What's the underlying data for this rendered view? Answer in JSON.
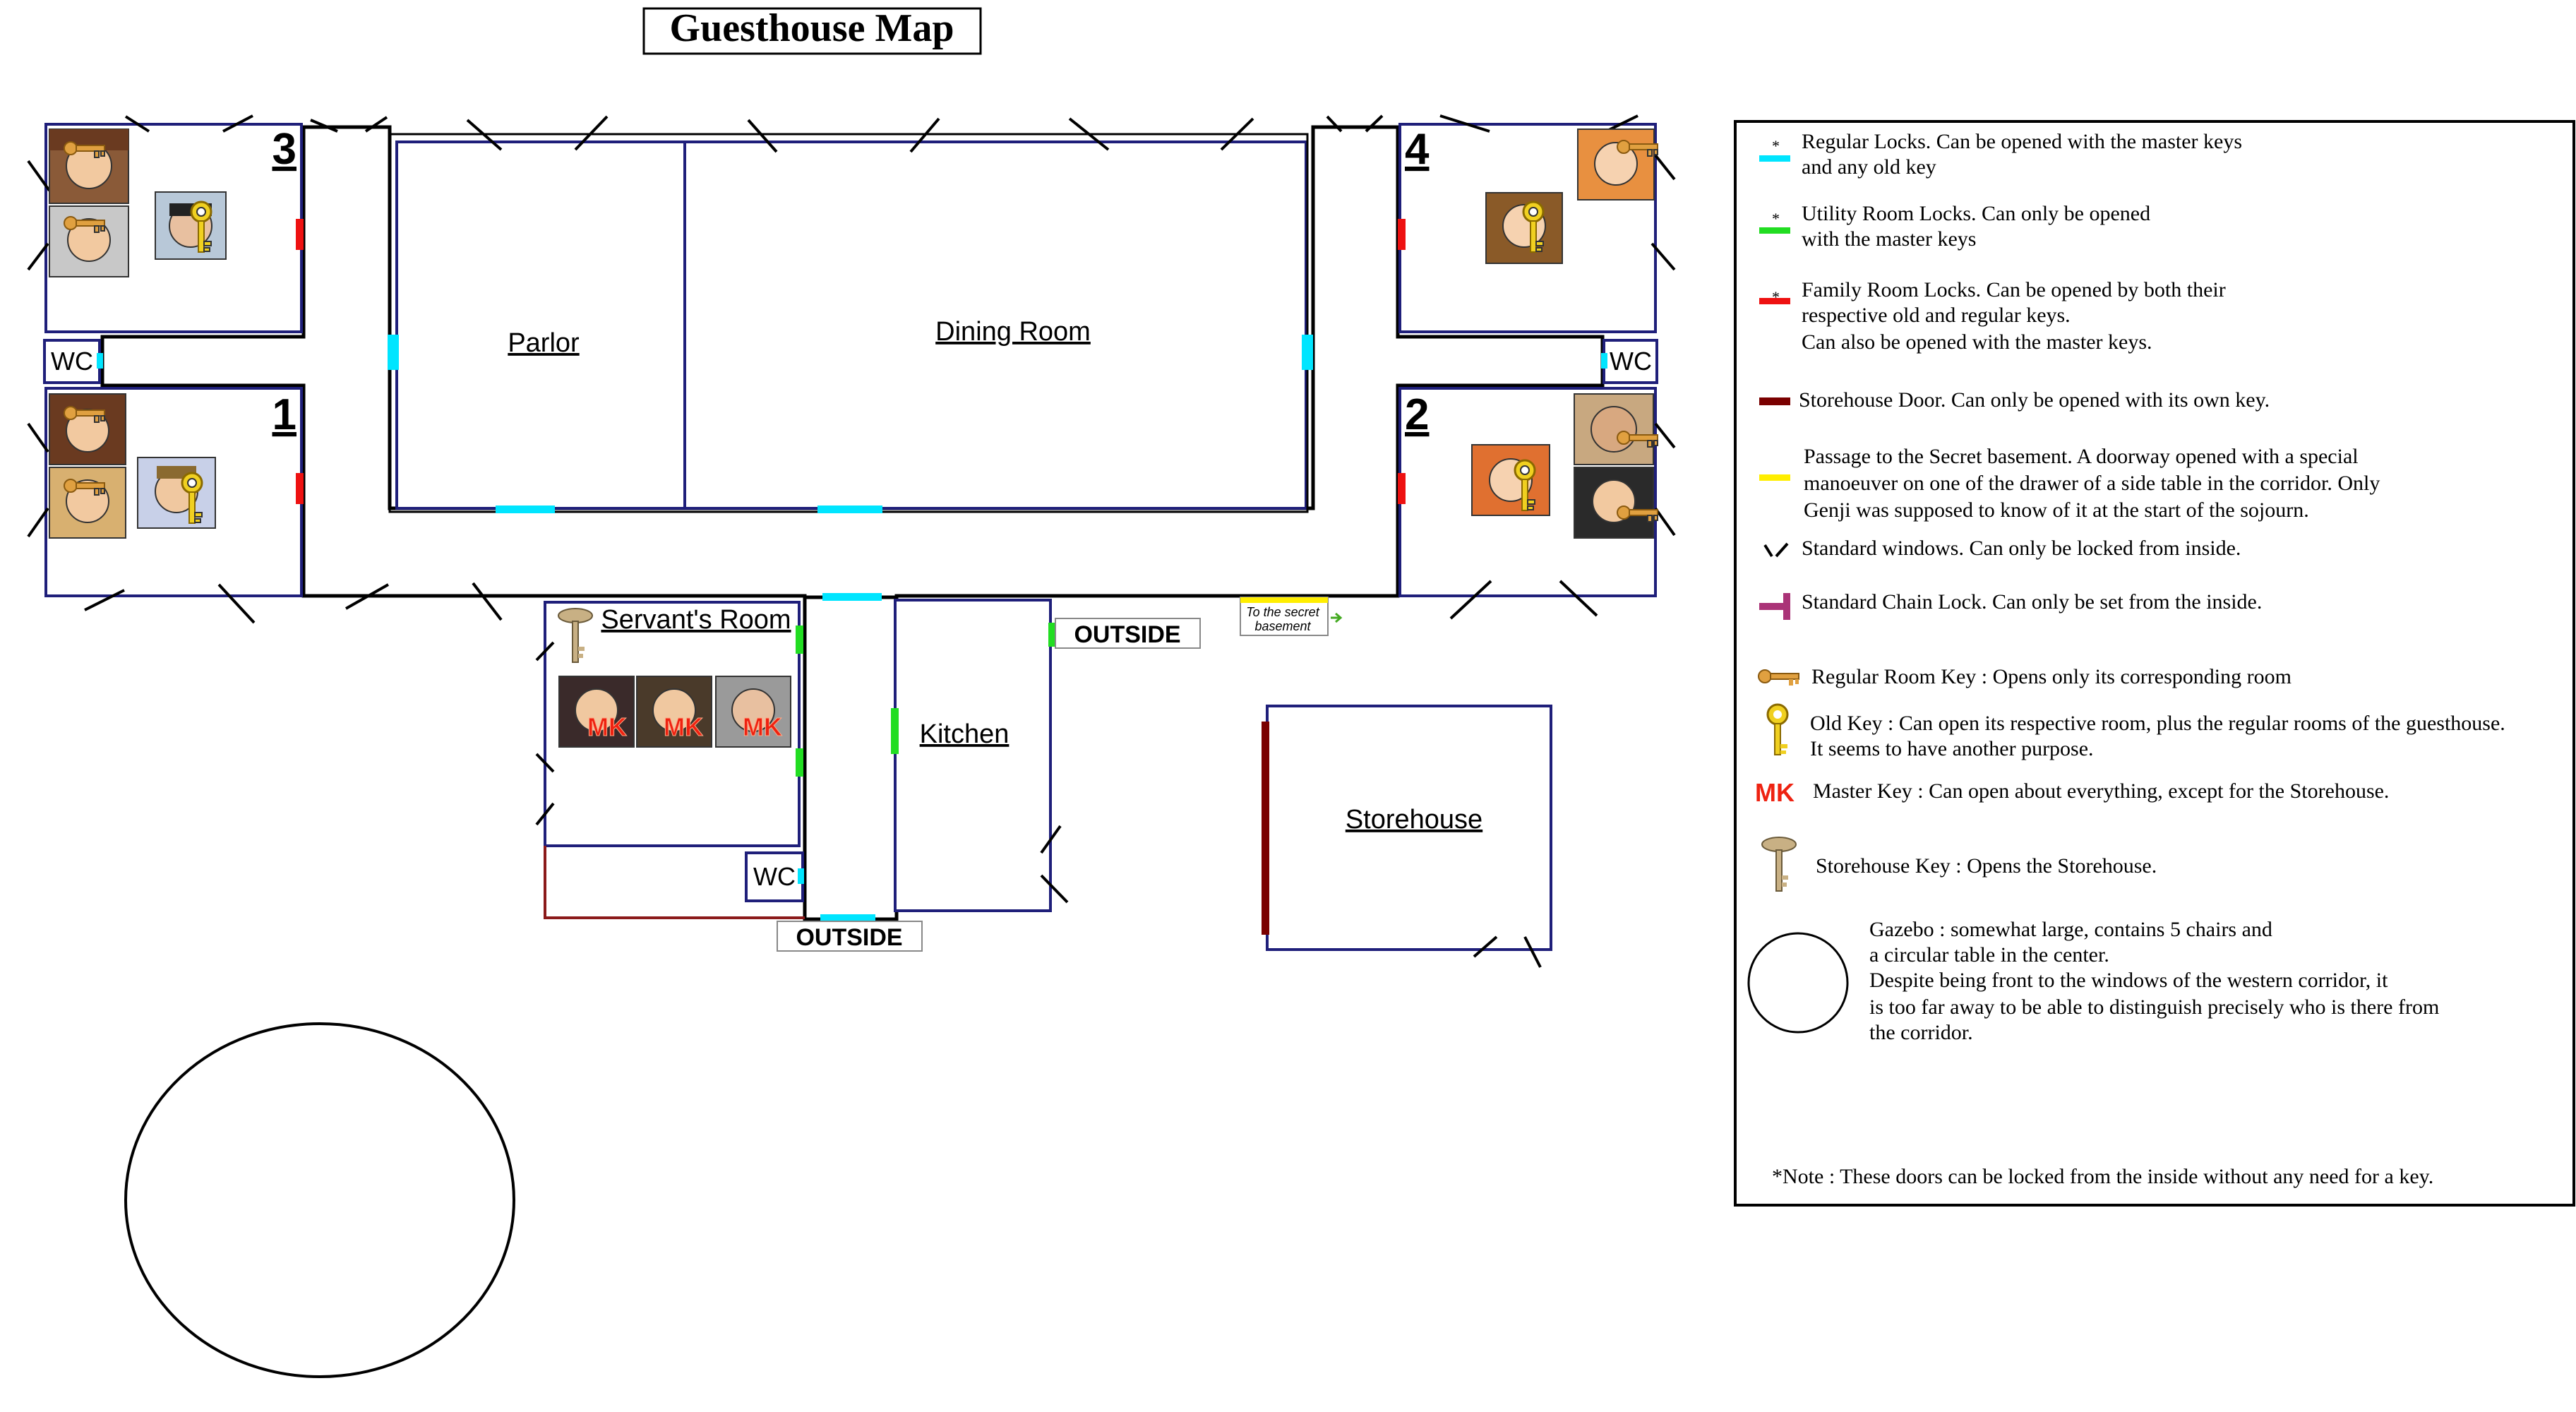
{
  "title": "Guesthouse Map",
  "colors": {
    "wall": "#000000",
    "room_border": "#1f1f7a",
    "regular_lock": "#00e5ff",
    "utility_lock": "#22dd22",
    "family_lock": "#ee1111",
    "storehouse_door": "#7a0000",
    "secret_passage": "#ffee00",
    "chain_lock": "#aa3377",
    "old_key": "#20d8e8",
    "master_key": "#ee2211",
    "storehouse_key": "#b8a070"
  },
  "rooms": {
    "room3": "3",
    "room4": "4",
    "room1": "1",
    "room2": "2",
    "wc_left": "WC",
    "wc_right": "WC",
    "wc_servant": "WC",
    "parlor": "Parlor",
    "dining": "Dining Room",
    "servants": "Servant's Room",
    "kitchen": "Kitchen",
    "storehouse": "Storehouse"
  },
  "labels": {
    "outside_east": "OUTSIDE",
    "outside_south": "OUTSIDE",
    "secret_line1": "To the secret",
    "secret_line2": "basement",
    "master_key_mark": "MK"
  },
  "legend": {
    "regular_locks": [
      "Regular Locks. Can be opened with the master keys",
      "and any old key"
    ],
    "utility_locks": [
      "Utility Room Locks. Can only be opened",
      "with the master keys"
    ],
    "family_locks": [
      "Family Room Locks. Can be opened by both their",
      "respective old and regular keys.",
      "Can also be opened with the master keys."
    ],
    "storehouse_door": [
      "Storehouse Door. Can only be opened with its own key."
    ],
    "secret_passage": [
      "Passage to the Secret basement. A doorway opened with a special",
      "manoeuver on one of the drawer of a side table in the corridor. Only",
      "Genji was supposed to know of it at the start of the sojourn."
    ],
    "windows": [
      "Standard windows. Can only be locked from inside."
    ],
    "chain_lock": [
      "Standard Chain Lock. Can only be set from the inside."
    ],
    "regular_key": [
      "Regular Room Key : Opens only its corresponding room"
    ],
    "old_key": [
      "Old Key : Can open its respective room, plus the regular rooms of the guesthouse.",
      "It seems to have another purpose."
    ],
    "master_key": [
      "Master Key : Can open about everything, except for the Storehouse."
    ],
    "storehouse_key": [
      "Storehouse Key : Opens the Storehouse."
    ],
    "gazebo": [
      "Gazebo : somewhat large, contains 5 chairs and",
      " a circular table in the center.",
      "Despite being front to the windows of the western corridor, it",
      "is too far away to be able to distinguish precisely who is there from",
      "the corridor."
    ],
    "note": "*Note : These doors can be locked from the inside without any need for a key.",
    "asterisk": "*"
  }
}
